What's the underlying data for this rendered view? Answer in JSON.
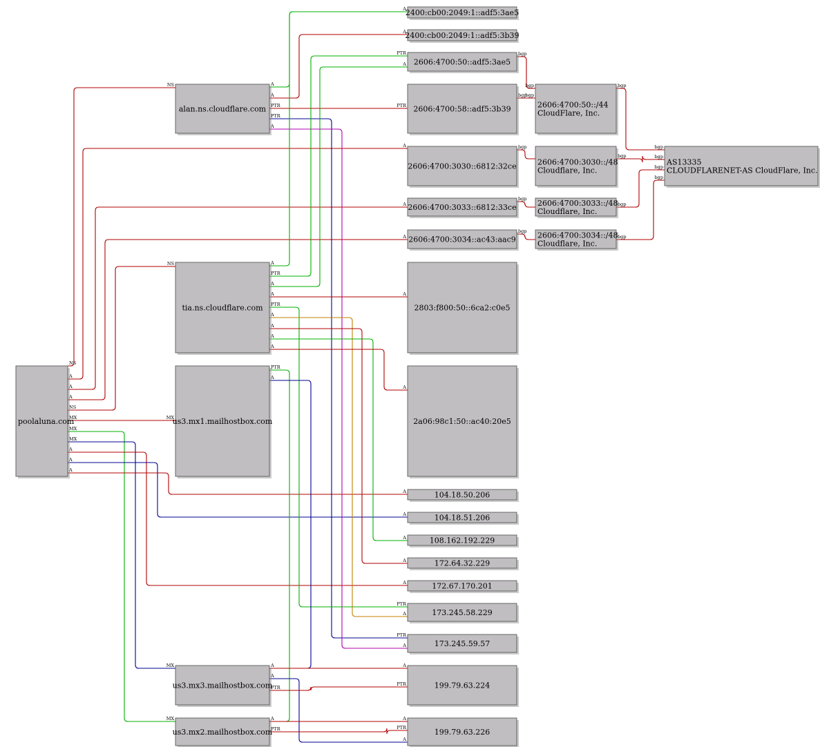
{
  "colors": {
    "node_fill": "#c0bec0",
    "red": "#b00000",
    "green": "#00b000",
    "blue": "#000090",
    "magenta": "#b000b0",
    "orange": "#c08000"
  },
  "nodes": [
    {
      "id": "poolaluna",
      "lines": [
        "poolaluna.com"
      ]
    },
    {
      "id": "alan",
      "lines": [
        "alan.ns.cloudflare.com"
      ]
    },
    {
      "id": "tia",
      "lines": [
        "tia.ns.cloudflare.com"
      ]
    },
    {
      "id": "mx1",
      "lines": [
        "us3.mx1.mailhostbox.com"
      ]
    },
    {
      "id": "mx3",
      "lines": [
        "us3.mx3.mailhostbox.com"
      ]
    },
    {
      "id": "mx2",
      "lines": [
        "us3.mx2.mailhostbox.com"
      ]
    },
    {
      "id": "ip6a",
      "lines": [
        "2400:cb00:2049:1::adf5:3ae5"
      ]
    },
    {
      "id": "ip6b",
      "lines": [
        "2400:cb00:2049:1::adf5:3b39"
      ]
    },
    {
      "id": "ip6c",
      "lines": [
        "2606:4700:50::adf5:3ae5"
      ]
    },
    {
      "id": "ip6d",
      "lines": [
        "2606:4700:58::adf5:3b39"
      ]
    },
    {
      "id": "ip6e",
      "lines": [
        "2606:4700:3030::6812:32ce"
      ]
    },
    {
      "id": "ip6f",
      "lines": [
        "2606:4700:3033::6812:33ce"
      ]
    },
    {
      "id": "ip6g",
      "lines": [
        "2606:4700:3034::ac43:aac9"
      ]
    },
    {
      "id": "ip6h",
      "lines": [
        "2803:f800:50::6ca2:c0e5"
      ]
    },
    {
      "id": "ip6i",
      "lines": [
        "2a06:98c1:50::ac40:20e5"
      ]
    },
    {
      "id": "v4a",
      "lines": [
        "104.18.50.206"
      ]
    },
    {
      "id": "v4b",
      "lines": [
        "104.18.51.206"
      ]
    },
    {
      "id": "v4c",
      "lines": [
        "108.162.192.229"
      ]
    },
    {
      "id": "v4d",
      "lines": [
        "172.64.32.229"
      ]
    },
    {
      "id": "v4e",
      "lines": [
        "172.67.170.201"
      ]
    },
    {
      "id": "v4f",
      "lines": [
        "173.245.58.229"
      ]
    },
    {
      "id": "v4g",
      "lines": [
        "173.245.59.57"
      ]
    },
    {
      "id": "v4h",
      "lines": [
        "199.79.63.224"
      ]
    },
    {
      "id": "v4i",
      "lines": [
        "199.79.63.226"
      ]
    },
    {
      "id": "pfx44",
      "lines": [
        "2606:4700:50::/44",
        "CloudFlare, Inc."
      ]
    },
    {
      "id": "pfx3030",
      "lines": [
        "2606:4700:3030::/48",
        "Cloudflare, Inc."
      ]
    },
    {
      "id": "pfx3033",
      "lines": [
        "2606:4700:3033::/48",
        "Cloudflare, Inc."
      ]
    },
    {
      "id": "pfx3034",
      "lines": [
        "2606:4700:3034::/48",
        "Cloudflare, Inc."
      ]
    },
    {
      "id": "as13335",
      "lines": [
        "AS13335",
        "CLOUDFLARENET-AS CloudFlare, Inc."
      ]
    }
  ],
  "edges": [
    {
      "from": "poolaluna",
      "to": "alan",
      "color": "red",
      "labels": [
        "NS",
        "NS"
      ]
    },
    {
      "from": "poolaluna",
      "to": "ip6e",
      "color": "red",
      "labels": [
        "A",
        "A"
      ]
    },
    {
      "from": "poolaluna",
      "to": "ip6f",
      "color": "red",
      "labels": [
        "A",
        "A"
      ]
    },
    {
      "from": "poolaluna",
      "to": "ip6g",
      "color": "red",
      "labels": [
        "A",
        "A"
      ]
    },
    {
      "from": "poolaluna",
      "to": "tia",
      "color": "red",
      "labels": [
        "NS",
        "NS"
      ]
    },
    {
      "from": "poolaluna",
      "to": "mx1",
      "color": "red",
      "labels": [
        "MX",
        "MX"
      ]
    },
    {
      "from": "poolaluna",
      "to": "mx2",
      "color": "green",
      "labels": [
        "MX",
        "MX"
      ]
    },
    {
      "from": "poolaluna",
      "to": "mx3",
      "color": "blue",
      "labels": [
        "MX",
        "MX"
      ]
    },
    {
      "from": "poolaluna",
      "to": "v4e",
      "color": "red",
      "labels": [
        "A",
        "A"
      ]
    },
    {
      "from": "poolaluna",
      "to": "v4b",
      "color": "blue",
      "labels": [
        "A",
        "A"
      ]
    },
    {
      "from": "poolaluna",
      "to": "v4a",
      "color": "red",
      "labels": [
        "A",
        "A"
      ]
    },
    {
      "from": "alan",
      "to": "ip6a",
      "color": "green",
      "labels": [
        "A",
        "A"
      ]
    },
    {
      "from": "alan",
      "to": "ip6b",
      "color": "red",
      "labels": [
        "A",
        "A"
      ]
    },
    {
      "from": "alan",
      "to": "ip6d",
      "color": "red",
      "labels": [
        "PTR",
        "PTR"
      ]
    },
    {
      "from": "alan",
      "to": "v4g",
      "color": "blue",
      "labels": [
        "PTR",
        "PTR"
      ]
    },
    {
      "from": "alan",
      "to": "v4g",
      "color": "magenta",
      "labels": [
        "A",
        "A"
      ]
    },
    {
      "from": "tia",
      "to": "ip6a",
      "color": "green",
      "labels": [
        "A",
        ""
      ]
    },
    {
      "from": "tia",
      "to": "ip6c",
      "color": "green",
      "labels": [
        "PTR",
        "PTR"
      ]
    },
    {
      "from": "tia",
      "to": "ip6c",
      "color": "green",
      "labels": [
        "A",
        "A"
      ]
    },
    {
      "from": "tia",
      "to": "ip6h",
      "color": "red",
      "labels": [
        "A",
        "A"
      ]
    },
    {
      "from": "tia",
      "to": "v4f",
      "color": "green",
      "labels": [
        "PTR",
        "PTR"
      ]
    },
    {
      "from": "tia",
      "to": "v4f",
      "color": "orange",
      "labels": [
        "A",
        "A"
      ]
    },
    {
      "from": "tia",
      "to": "v4d",
      "color": "red",
      "labels": [
        "A",
        "A"
      ]
    },
    {
      "from": "tia",
      "to": "v4c",
      "color": "green",
      "labels": [
        "A",
        "A"
      ]
    },
    {
      "from": "tia",
      "to": "ip6i",
      "color": "red",
      "labels": [
        "A",
        "A"
      ]
    },
    {
      "from": "mx1",
      "to": "mx2",
      "color": "green",
      "labels": [
        "PTR",
        ""
      ]
    },
    {
      "from": "mx1",
      "to": "mx3",
      "color": "blue",
      "labels": [
        "A",
        ""
      ]
    },
    {
      "from": "mx3",
      "to": "v4h",
      "color": "red",
      "labels": [
        "A",
        "A"
      ]
    },
    {
      "from": "mx3",
      "to": "v4i",
      "color": "blue",
      "labels": [
        "A",
        "A"
      ]
    },
    {
      "from": "mx2",
      "to": "v4i",
      "color": "red",
      "labels": [
        "A",
        "A"
      ]
    },
    {
      "from": "mx2",
      "to": "v4h",
      "color": "red",
      "labels": [
        "PTR",
        "PTR"
      ]
    },
    {
      "from": "mx2",
      "to": "v4i",
      "color": "red",
      "labels": [
        "PTR",
        "PTR"
      ]
    },
    {
      "from": "ip6c",
      "to": "pfx44",
      "color": "red",
      "labels": [
        "bgp",
        "bgp"
      ]
    },
    {
      "from": "ip6d",
      "to": "pfx44",
      "color": "red",
      "labels": [
        "bgp",
        "bgp"
      ]
    },
    {
      "from": "ip6e",
      "to": "pfx3030",
      "color": "red",
      "labels": [
        "bgp",
        ""
      ]
    },
    {
      "from": "ip6f",
      "to": "pfx3033",
      "color": "red",
      "labels": [
        "bgp",
        ""
      ]
    },
    {
      "from": "ip6g",
      "to": "pfx3034",
      "color": "red",
      "labels": [
        "bgp",
        ""
      ]
    },
    {
      "from": "pfx44",
      "to": "as13335",
      "color": "red",
      "labels": [
        "bgp",
        "bgp"
      ]
    },
    {
      "from": "pfx3030",
      "to": "as13335",
      "color": "red",
      "labels": [
        "bgp",
        "bgp"
      ]
    },
    {
      "from": "pfx3033",
      "to": "as13335",
      "color": "red",
      "labels": [
        "bgp",
        "bgp"
      ]
    },
    {
      "from": "pfx3034",
      "to": "as13335",
      "color": "red",
      "labels": [
        "bgp",
        "bgp"
      ]
    }
  ]
}
